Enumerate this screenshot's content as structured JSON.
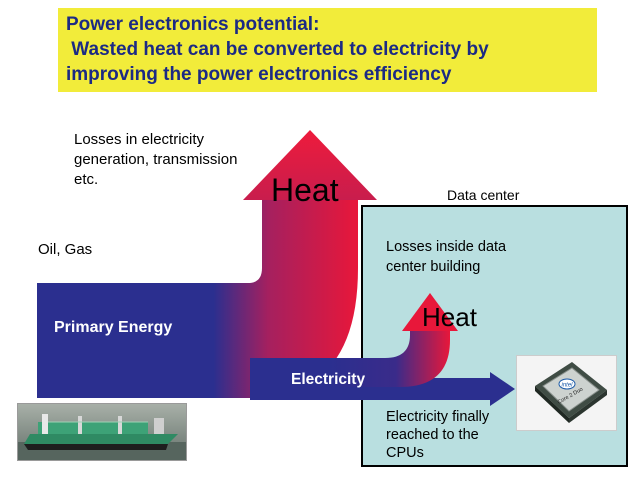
{
  "title": {
    "line1": "Power electronics potential:",
    "line2": " Wasted heat can be converted to electricity by",
    "line3": "improving the power electronics efficiency"
  },
  "labels": {
    "losses_generation_1": "Losses in electricity",
    "losses_generation_2": "generation, transmission",
    "losses_generation_3": "etc.",
    "heat_big": "Heat",
    "data_center": "Data center",
    "oil_gas": "Oil, Gas",
    "losses_dc_1": "Losses inside data",
    "losses_dc_2": "center building",
    "heat_small": "Heat",
    "primary_energy": "Primary Energy",
    "electricity": "Electricity",
    "cpu_reached_1": "Electricity finally",
    "cpu_reached_2": "reached to the",
    "cpu_reached_3": "CPUs",
    "cpu_brand": "intel",
    "cpu_model_1": "Core 2 Duo"
  },
  "colors": {
    "title_bg": "#f2ec3a",
    "title_text": "#1c2a84",
    "flow_blue": "#2b2f8f",
    "flow_red": "#e8173a",
    "datacenter_bg": "#b9dfe0"
  },
  "icons": {
    "cpu": "intel-cpu-chip-icon",
    "ship": "lng-tanker-ship-icon"
  }
}
